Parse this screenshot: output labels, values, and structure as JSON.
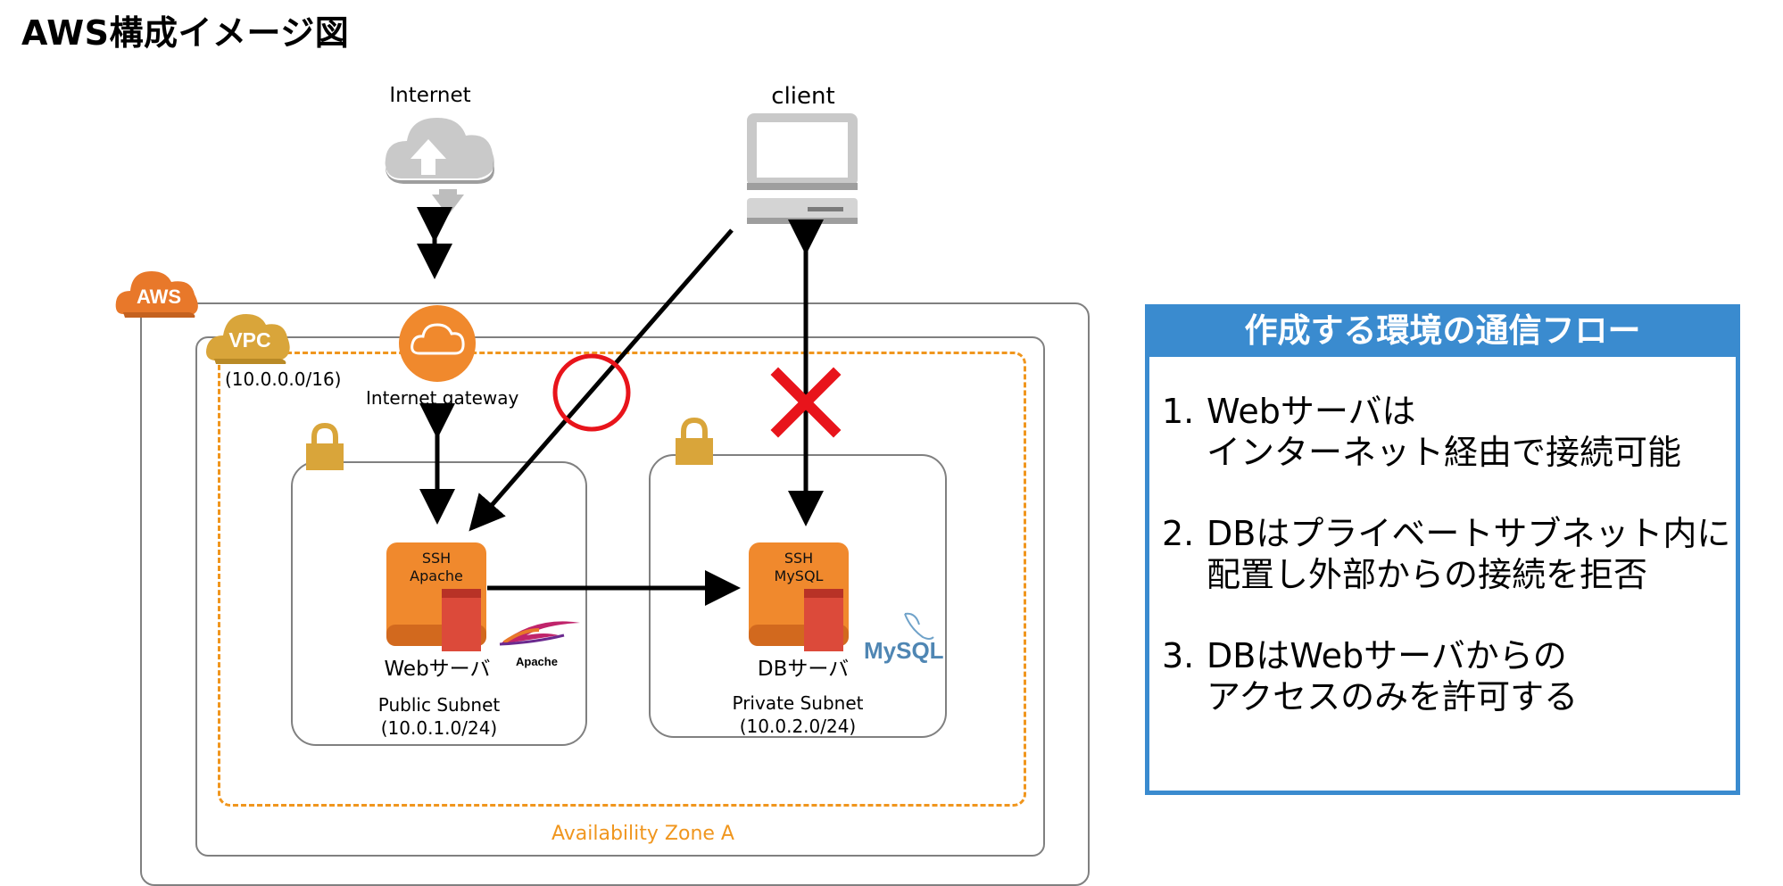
{
  "title": "AWS構成イメージ図",
  "nodes": {
    "internet": "Internet",
    "client": "client",
    "aws": "AWS",
    "vpc": "VPC",
    "vpc_cidr": "(10.0.0.0/16)",
    "igw": "Internet gateway",
    "web_server": {
      "l1": "SSH",
      "l2": "Apache",
      "name": "Webサーバ",
      "logo": "Apache"
    },
    "db_server": {
      "l1": "SSH",
      "l2": "MySQL",
      "name": "DBサーバ",
      "logo": "MySQL"
    },
    "public_subnet": {
      "name": "Public Subnet",
      "cidr": "(10.0.1.0/24)"
    },
    "private_subnet": {
      "name": "Private Subnet",
      "cidr": "(10.0.2.0/24)"
    },
    "az": "Availability Zone A"
  },
  "flow": {
    "header": "作成する環境の通信フロー",
    "items": [
      {
        "num": "1.",
        "line1": "Webサーバは",
        "line2": "インターネット経由で接続可能"
      },
      {
        "num": "2.",
        "line1": "DBはプライベートサブネット内に",
        "line2": "配置し外部からの接続を拒否"
      },
      {
        "num": "3.",
        "line1": "DBはWebサーバからの",
        "line2": "アクセスのみを許可する"
      }
    ]
  },
  "colors": {
    "orange": "#f0892d",
    "flow_blue": "#3a8bcf",
    "ok_red": "#e8141b",
    "az_orange": "#f0961e",
    "lock_gold": "#d9a53a"
  }
}
